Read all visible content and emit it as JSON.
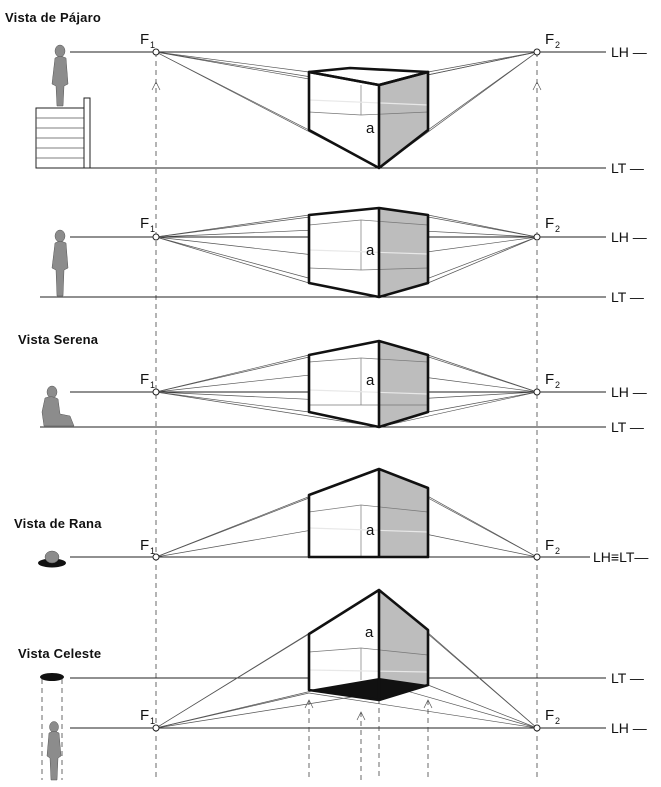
{
  "titles": {
    "bird": "Vista de Pájaro",
    "serene": "Vista Serena",
    "frog": "Vista de Rana",
    "heaven": "Vista Celeste"
  },
  "point_labels": {
    "f_main": "F",
    "f1_sub": "1",
    "f2_sub": "2",
    "face": "a"
  },
  "line_labels": {
    "lh": "LH —",
    "lt": "LT —",
    "lh_lt": "LH≡LT—"
  },
  "colors": {
    "line": "#222222",
    "shade": "#bdbdbd",
    "figure": "#8c8c8c"
  }
}
